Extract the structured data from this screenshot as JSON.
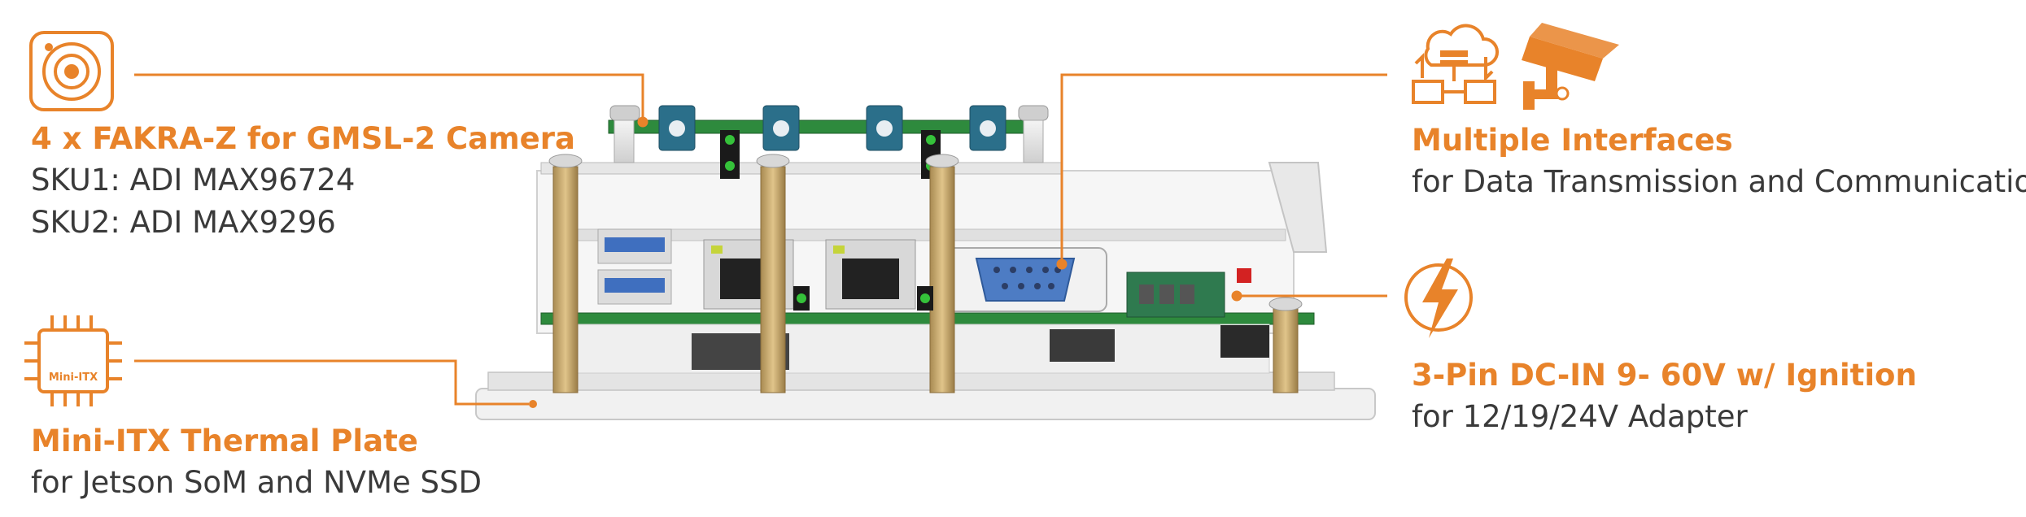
{
  "colors": {
    "accent": "#E8832A",
    "text": "#3a3a3a",
    "pcb": "#2e8a3d",
    "connector": "#2b6f8a"
  },
  "icons": {
    "camera": "camera-icon",
    "chip": "chip-icon",
    "network": "network-icon",
    "cctv": "cctv-camera-icon",
    "power": "lightning-icon"
  },
  "callouts": {
    "camera": {
      "title": "4 x FAKRA-Z for GMSL-2 Camera",
      "line1": "SKU1: ADI MAX96724",
      "line2": "SKU2: ADI MAX9296"
    },
    "thermal": {
      "title": "Mini-ITX Thermal Plate",
      "line1": "for Jetson SoM and NVMe SSD",
      "chip_label": "Mini-ITX"
    },
    "interfaces": {
      "title": "Multiple Interfaces",
      "line1": "for Data Transmission and Communication"
    },
    "power": {
      "title": "3-Pin DC-IN 9- 60V w/ Ignition",
      "line1": "for 12/19/24V Adapter"
    }
  }
}
